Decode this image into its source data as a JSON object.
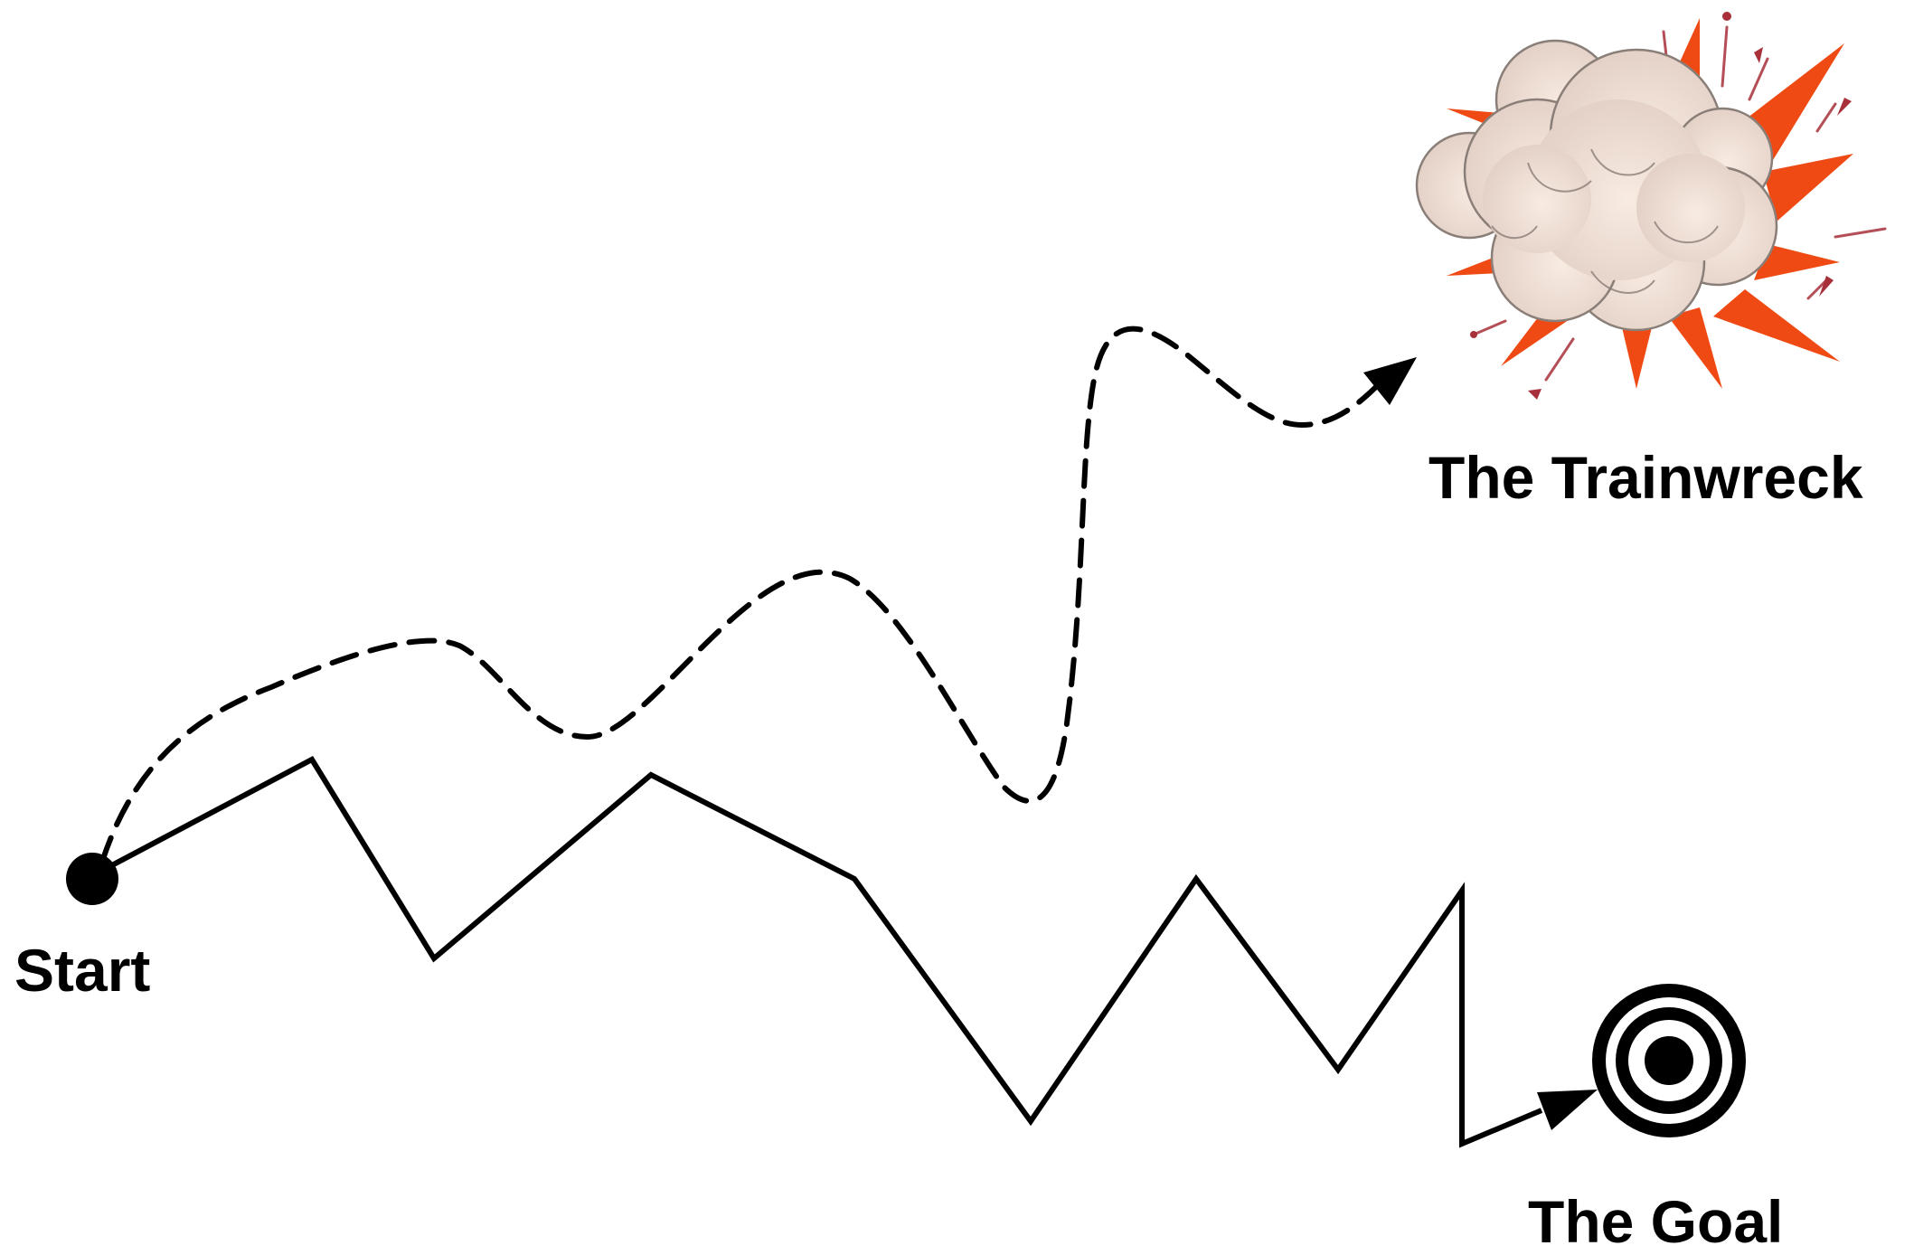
{
  "labels": {
    "start": "Start",
    "trainwreck": "The Trainwreck",
    "goal": "The Goal"
  },
  "paths": {
    "dashed_path": {
      "style": "dashed",
      "leads_to": "trainwreck"
    },
    "zigzag_path": {
      "style": "solid",
      "leads_to": "goal"
    }
  },
  "icons": {
    "start": "filled-circle-icon",
    "trainwreck": "explosion-icon",
    "goal": "target-icon"
  },
  "colors": {
    "ink": "#000000",
    "explosion_spike": "#f04a14",
    "explosion_cloud": "#eddcd2",
    "explosion_cloud_center": "#f8ebe2",
    "explosion_outline": "#8a7e78",
    "explosion_debris": "#a8303a"
  }
}
